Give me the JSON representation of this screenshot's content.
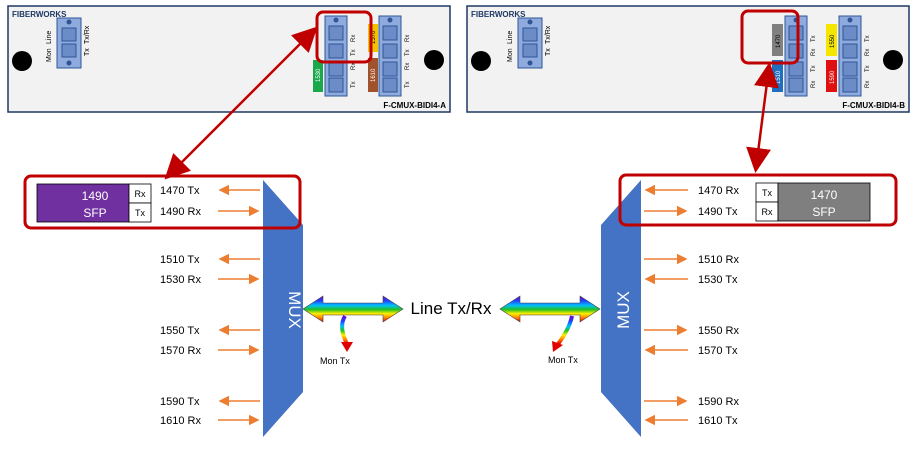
{
  "panel_a": {
    "brand": "FIBERWORKS",
    "model": "F-CMUX-BIDI4-A",
    "port_labels": [
      "Mon",
      "Line",
      "Tx",
      "Tx/Rx"
    ],
    "module_labels": [
      "Rx",
      "Tx",
      "Rx",
      "Tx",
      "Rx",
      "Tx",
      "Rx",
      "Tx"
    ],
    "color_tags": [
      {
        "text": "1530",
        "color": "#1aa84b"
      },
      {
        "text": "1570",
        "color": "#f2c200"
      },
      {
        "text": "1610",
        "color": "#a0522d"
      }
    ]
  },
  "panel_b": {
    "brand": "FIBERWORKS",
    "model": "F-CMUX-BIDI4-B",
    "port_labels": [
      "Mon",
      "Line",
      "Tx",
      "Tx/Rx"
    ],
    "module_labels": [
      "Tx",
      "Rx",
      "Tx",
      "Rx",
      "Tx",
      "Rx",
      "Tx",
      "Rx"
    ],
    "color_tags": [
      {
        "text": "1470",
        "color": "#808080"
      },
      {
        "text": "1510",
        "color": "#1f6fc0"
      },
      {
        "text": "1550",
        "color": "#f5e600"
      },
      {
        "text": "1590",
        "color": "#e01010"
      }
    ]
  },
  "left_mux": {
    "label": "MUX",
    "sfp": {
      "wavelength": "1490",
      "type": "SFP",
      "color": "#7030a0",
      "ports": [
        "Rx",
        "Tx"
      ]
    },
    "channels": [
      "1470 Tx",
      "1490 Rx",
      "1510 Tx",
      "1530 Rx",
      "1550 Tx",
      "1570 Rx",
      "1590 Tx",
      "1610 Rx"
    ],
    "mon": "Mon Tx"
  },
  "right_mux": {
    "label": "MUX",
    "sfp": {
      "wavelength": "1470",
      "type": "SFP",
      "color": "#7f7f7f",
      "ports": [
        "Tx",
        "Rx"
      ]
    },
    "channels": [
      "1470 Rx",
      "1490 Tx",
      "1510 Rx",
      "1530 Tx",
      "1550 Rx",
      "1570 Tx",
      "1590 Rx",
      "1610 Tx"
    ],
    "mon": "Mon Tx"
  },
  "line_label": "Line Tx/Rx",
  "colors": {
    "mux": "#4472c4",
    "highlight": "#c00000",
    "arrow": "#ed7d31",
    "panel_border": "#1f3864",
    "panel_fill": "#f2f2f2"
  }
}
